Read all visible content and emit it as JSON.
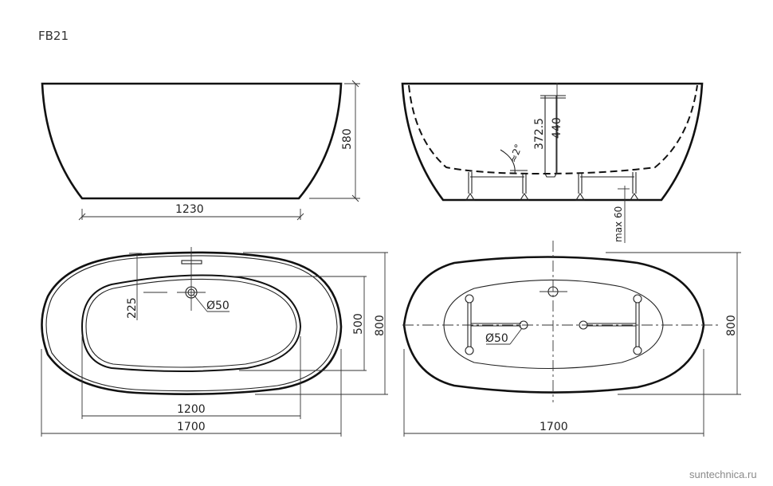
{
  "title": "FB21",
  "watermark": "suntechnica.ru",
  "colors": {
    "line": "#111111",
    "dimension": "#333333",
    "watermark": "#8a8a8a",
    "background": "#ffffff"
  },
  "views": {
    "side_view": {
      "label": "side-elevation",
      "dimensions": {
        "height": "580",
        "bottom_width": "1230"
      }
    },
    "section_view": {
      "label": "cross-section",
      "dimensions": {
        "drain_height_a": "372.5",
        "drain_height_b": "440",
        "slope": "≈2°",
        "leg_adjust": "max 60"
      }
    },
    "top_view": {
      "label": "plan-view",
      "dimensions": {
        "overflow_offset": "225",
        "overflow_diameter": "Ø50",
        "inner_width": "500",
        "outer_width": "800",
        "inner_length": "1200",
        "outer_length": "1700"
      }
    },
    "bottom_view": {
      "label": "underside-view",
      "dimensions": {
        "drain_diameter": "Ø50",
        "outer_width": "800",
        "outer_length": "1700"
      }
    }
  }
}
